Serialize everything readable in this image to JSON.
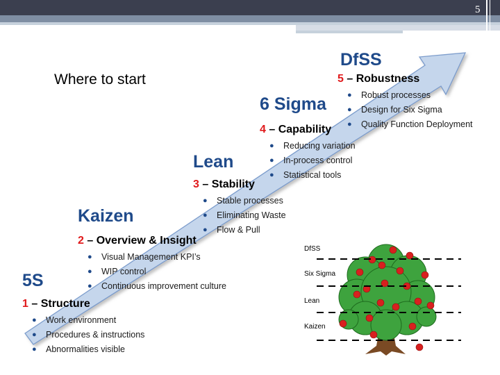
{
  "slide": {
    "page_number": "5",
    "intro": "Where to start"
  },
  "stages": [
    {
      "title": "5S",
      "step_number": "1",
      "step_name": " – Structure",
      "bullets": [
        "Work environment",
        "Procedures & instructions",
        "Abnormalities visible"
      ]
    },
    {
      "title": "Kaizen",
      "step_number": "2",
      "step_name": " – Overview & Insight",
      "bullets": [
        "Visual Management KPI’s",
        "WIP control",
        "Continuous improvement culture"
      ]
    },
    {
      "title": "Lean",
      "step_number": "3",
      "step_name": " – Stability",
      "bullets": [
        "Stable processes",
        "Eliminating Waste",
        "Flow & Pull"
      ]
    },
    {
      "title": "6 Sigma",
      "step_number": "4",
      "step_name": " – Capability",
      "bullets": [
        "Reducing variation",
        "In-process control",
        "Statistical tools"
      ]
    },
    {
      "title": "DfSS",
      "step_number": "5",
      "step_name": " – Robustness",
      "bullets": [
        "Robust processes",
        "Design for Six Sigma",
        "Quality Function Deployment"
      ]
    }
  ],
  "tree": {
    "levels": [
      "DfSS",
      "Six Sigma",
      "Lean",
      "Kaizen"
    ]
  },
  "colors": {
    "title_blue": "#1f4a8a",
    "number_red": "#e0191b",
    "arrow_fill": "#c5d6ec",
    "arrow_stroke": "#7b9ccc",
    "tree_green": "#3ea33e",
    "apple_red": "#d8201f",
    "trunk_brown": "#7a4a24"
  }
}
